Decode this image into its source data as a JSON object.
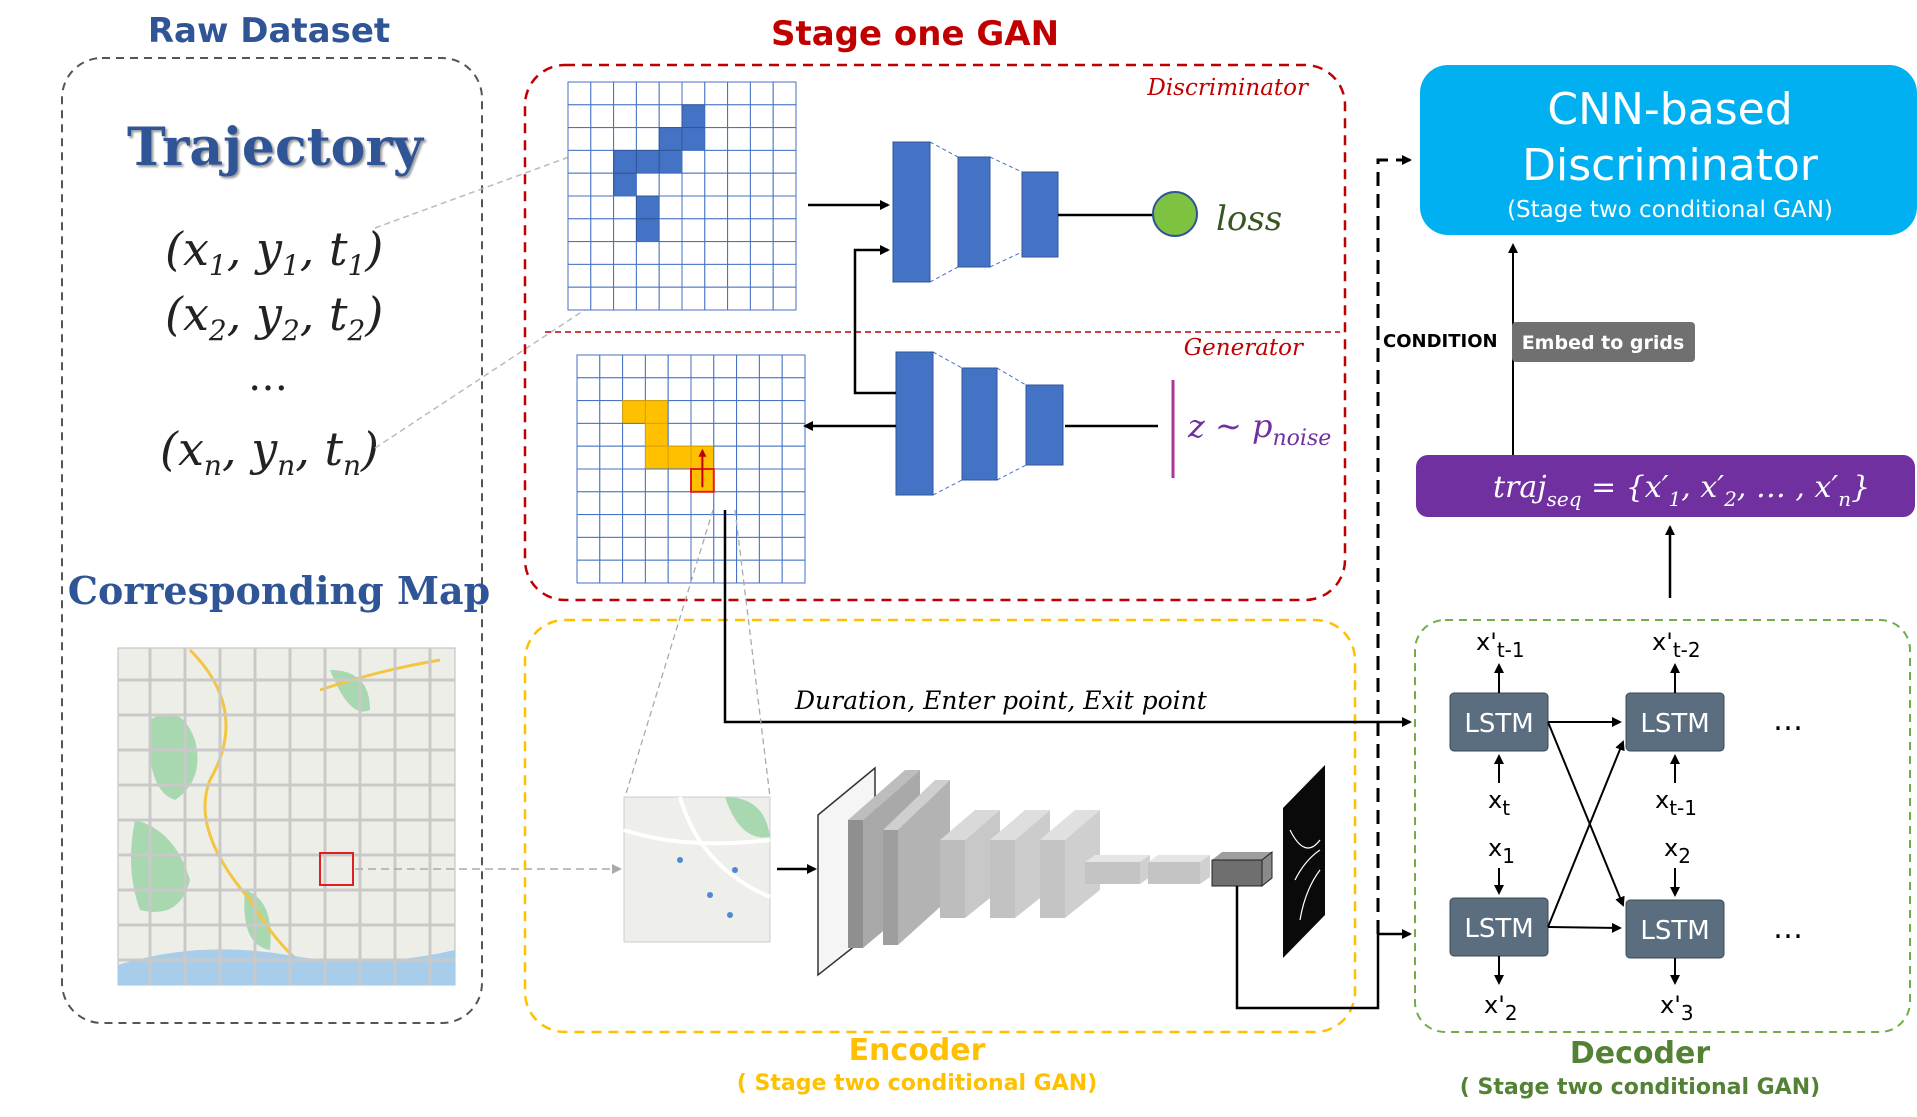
{
  "raw_dataset": {
    "title": "Raw Dataset",
    "trajectory_title": "Trajectory",
    "points": [
      {
        "x": "x",
        "y": "y",
        "t": "t",
        "sub": "1"
      },
      {
        "x": "x",
        "y": "y",
        "t": "t",
        "sub": "2"
      },
      {
        "sub": "n"
      }
    ],
    "ellipsis": "…",
    "map_title": "Corresponding Map"
  },
  "stage_one": {
    "title": "Stage one GAN",
    "discriminator_label": "Discriminator",
    "generator_label": "Generator",
    "loss_label": "loss",
    "noise": {
      "main": "z ∼ p",
      "sub": "noise"
    }
  },
  "encoder": {
    "title": "Encoder",
    "subtitle": "( Stage two  conditional GAN)",
    "condition_text": "Duration, Enter point, Exit point"
  },
  "right": {
    "cnn_title_line1": "CNN-based",
    "cnn_title_line2": "Discriminator",
    "cnn_subtitle": "(Stage two conditional GAN)",
    "condition_label": "CONDITION",
    "embed_label": "Embed to grids",
    "traj_seq": {
      "lhs": "traj",
      "lhs_sub": "seq",
      "rhs": "= {x′",
      "items": [
        {
          "sub": "1"
        },
        {
          "sub": "2"
        },
        {
          "sub": "n"
        }
      ],
      "dots": ", … , x′",
      "close": "}"
    }
  },
  "decoder": {
    "title": "Decoder",
    "subtitle": "( Stage two conditional GAN)",
    "lstm_label": "LSTM",
    "ellipsis": "…",
    "top_outputs": [
      {
        "main": "x'",
        "sub": "t-1"
      },
      {
        "main": "x'",
        "sub": "t-2"
      }
    ],
    "mid_inputs": [
      {
        "main": "x",
        "sub": "t"
      },
      {
        "main": "x",
        "sub": "t-1"
      }
    ],
    "bottom_inputs": [
      {
        "main": "x",
        "sub": "1"
      },
      {
        "main": "x",
        "sub": "2"
      }
    ],
    "bottom_outputs": [
      {
        "main": "x'",
        "sub": "2"
      },
      {
        "main": "x'",
        "sub": "3"
      }
    ]
  },
  "colors": {
    "blue_title": "#2f5597",
    "red": "#c00000",
    "yellow": "#ffc000",
    "green": "#70ad47",
    "dark_green": "#548235",
    "cnn_blue": "#00b0f0",
    "purple": "#7030a0",
    "lstm": "#5a6e7f",
    "grid_blue": "#4472c4",
    "noise_magenta": "#b0359a"
  }
}
